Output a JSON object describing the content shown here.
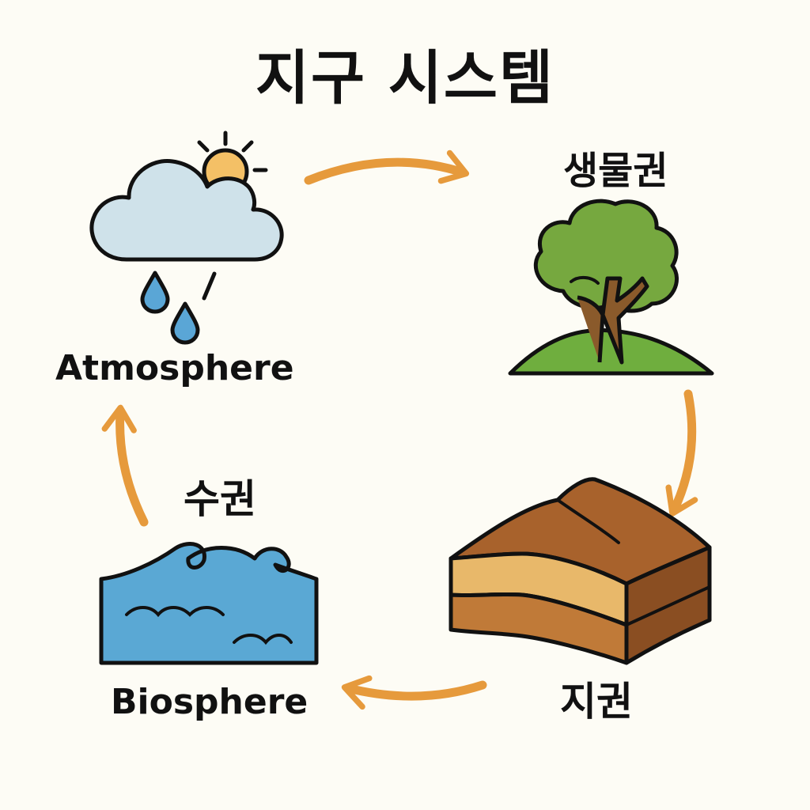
{
  "title": "지구 시스템",
  "nodes": {
    "atmosphere": {
      "label": "Atmosphere",
      "icon": "cloud-sun-rain-icon"
    },
    "biosphere": {
      "label": "생물권",
      "icon": "tree-icon"
    },
    "geosphere": {
      "label": "지권",
      "icon": "rock-layers-icon"
    },
    "hydrosphere": {
      "label_ko": "수권",
      "label_en": "Biosphere",
      "icon": "ocean-wave-icon"
    }
  },
  "cycle_order": [
    "atmosphere",
    "biosphere",
    "geosphere",
    "hydrosphere"
  ],
  "colors": {
    "background": "#fdfcf5",
    "arrow": "#e69a3c",
    "cloud": "#cfe2ea",
    "sun": "#f4c066",
    "raindrop": "#5aa6d6",
    "tree_canopy": "#76a83f",
    "ground": "#6fae3e",
    "trunk": "#8a5a2b",
    "rock_top": "#a8622c",
    "rock_layer": "#e8b86a",
    "water": "#5aa8d4"
  }
}
